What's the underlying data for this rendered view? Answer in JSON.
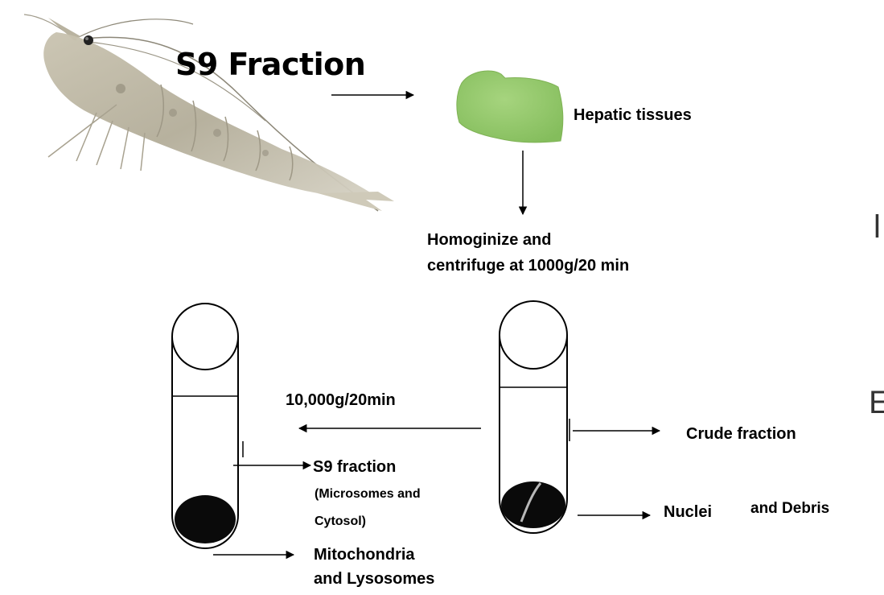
{
  "diagram": {
    "title": "S9 Fraction",
    "edge_left_glyphs": [
      "l",
      "E"
    ],
    "nodes": {
      "hepatic_tissues": "Hepatic tissues",
      "homogenize_line1": "Homoginize and",
      "homogenize_line2": "centrifuge at 1000g/20 min",
      "spin_speed": "10,000g/20min",
      "crude_fraction": "Crude fraction",
      "nuclei": "Nuclei",
      "and_debris": "and Debris",
      "s9_fraction": "S9 fraction",
      "s9_sub_line1": "(Microsomes and",
      "s9_sub_line2": "Cytosol)",
      "mito_line1": "Mitochondria",
      "mito_line2": "and Lysosomes"
    },
    "colors": {
      "tissue": "#93c96a",
      "pellet": "#0a0a0a",
      "line": "#000000"
    }
  }
}
